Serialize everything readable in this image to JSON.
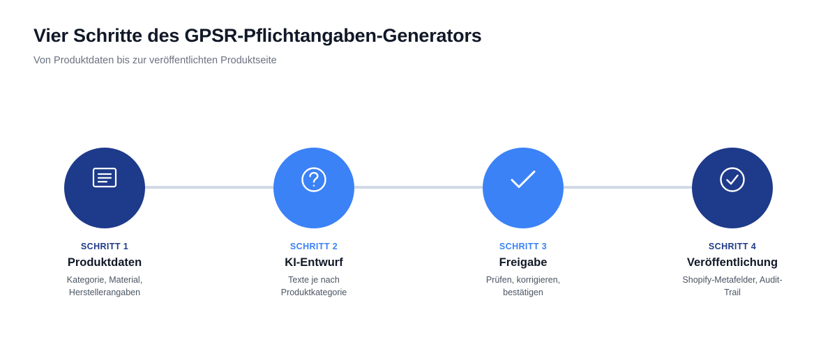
{
  "header": {
    "title": "Vier Schritte des GPSR-Pflichtangaben-Generators",
    "subtitle": "Von Produktdaten bis zur veröffentlichten Produktseite"
  },
  "colors": {
    "dark_blue": "#1e3a8a",
    "light_blue": "#3b82f6",
    "connector": "#d1d9e6"
  },
  "steps": [
    {
      "number": "SCHRITT 1",
      "title": "Produktdaten",
      "description": "Kategorie, Material, Herstellerangaben",
      "icon": "document-list-icon",
      "style": "dark"
    },
    {
      "number": "SCHRITT 2",
      "title": "KI-Entwurf",
      "description": "Texte je nach Produktkategorie",
      "icon": "question-circle-icon",
      "style": "light"
    },
    {
      "number": "SCHRITT 3",
      "title": "Freigabe",
      "description": "Prüfen, korrigieren, bestätigen",
      "icon": "checkmark-icon",
      "style": "light"
    },
    {
      "number": "SCHRITT 4",
      "title": "Veröffentlichung",
      "description": "Shopify-Metafelder, Audit-Trail",
      "icon": "check-circle-icon",
      "style": "dark"
    }
  ]
}
